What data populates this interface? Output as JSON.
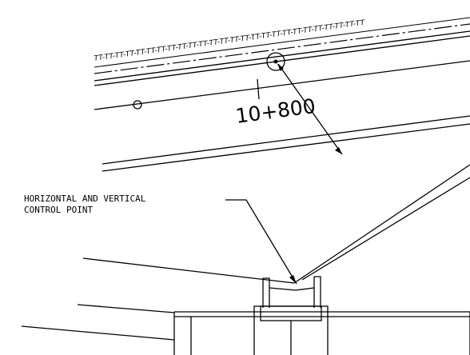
{
  "station_label": "10+800",
  "callout": {
    "line1": "HORIZONTAL AND VERTICAL",
    "line2": "CONTROL POINT"
  },
  "hatch_text": "TT-TT-TT-TT-TT-TT-TT-TT-TT-TT-TT-TT-TT-TT-TT-TT-TT-TT-TT-TT-TT-TT-TT-TT-TT-TT",
  "colors": {
    "ink": "#000000",
    "paper": "#ffffff"
  }
}
